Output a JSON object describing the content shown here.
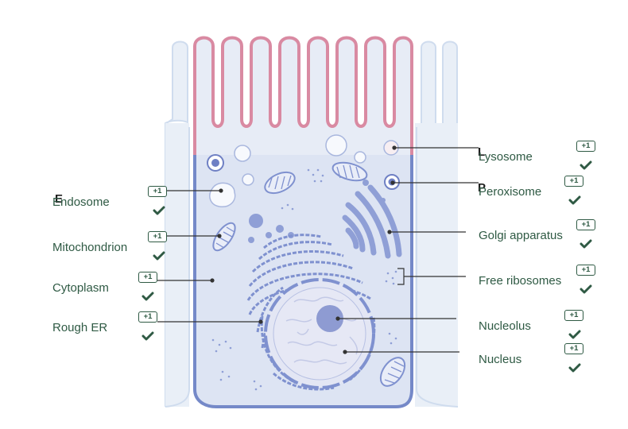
{
  "labels": {
    "endosome": "Endosome",
    "mitochondrion": "Mitochondrion",
    "cytoplasm": "Cytoplasm",
    "rough_er": "Rough ER",
    "lysosome": "Lysosome",
    "peroxisome": "Peroxisome",
    "golgi": "Golgi apparatus",
    "free_ribosomes": "Free ribosomes",
    "nucleolus": "Nucleolus",
    "nucleus": "Nucleus"
  },
  "stubs": {
    "endosome": "E",
    "lysosome": "L",
    "peroxisome": "P"
  },
  "badge_text": "+1",
  "icons": {
    "badge": "plus-one-badge-icon",
    "check": "checkmark-icon"
  },
  "colors": {
    "label_text": "#2f5a44",
    "cell_membrane": "#7589c8",
    "microvilli": "#d98aa2",
    "cytoplasm": "#dde4f3",
    "organelle": "#8f9fd6",
    "neighbor_cell": "#e9eff7"
  }
}
